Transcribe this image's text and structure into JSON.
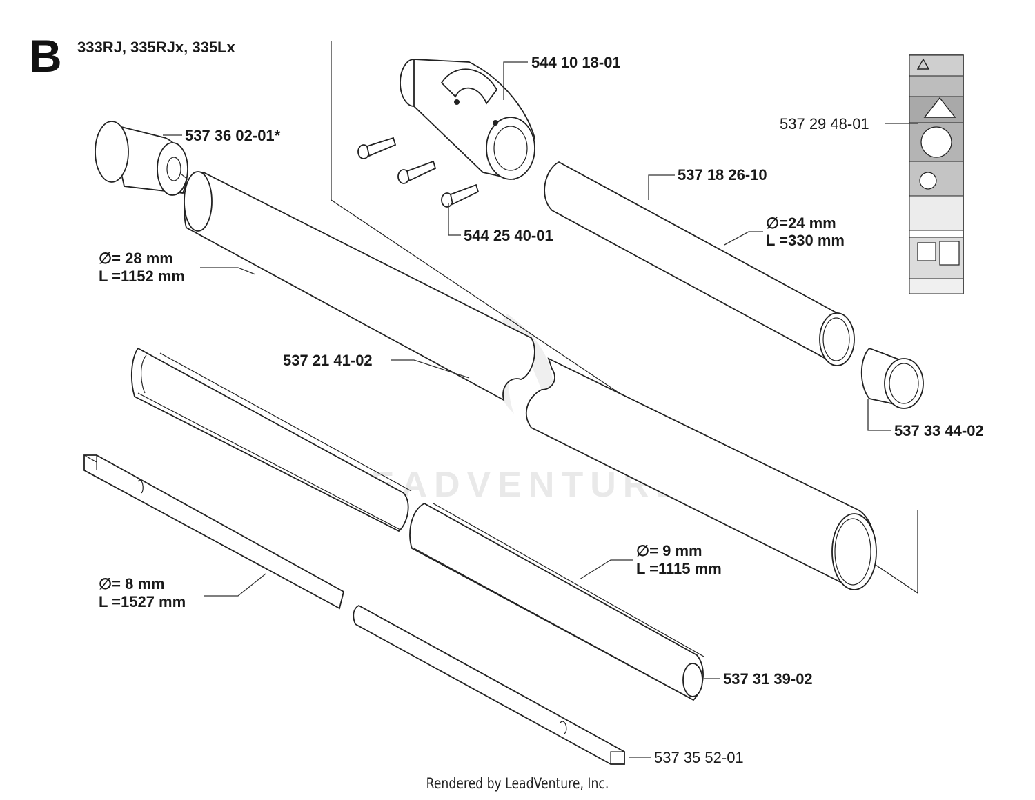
{
  "section": {
    "letter": "B",
    "models": "333RJ, 335RJx, 335Lx"
  },
  "parts": {
    "p1": {
      "number": "544 10 18-01"
    },
    "p2": {
      "number": "537 36 02-01*"
    },
    "p3": {
      "number": "537 29 48-01"
    },
    "p4": {
      "number": "537 18 26-10",
      "dia": "∅=24 mm",
      "len": "L =330 mm"
    },
    "p5": {
      "number": "544 25 40-01"
    },
    "p6": {
      "dia": "∅=   28 mm",
      "len": "L =1152 mm"
    },
    "p7": {
      "number": "537 21 41-02"
    },
    "p8": {
      "number": "537 33 44-02"
    },
    "p9": {
      "dia": "∅= 9 mm",
      "len": "L =1115 mm"
    },
    "p10": {
      "dia": "∅=    8 mm",
      "len": "L =1527 mm"
    },
    "p11": {
      "number": "537 31 39-02"
    },
    "p12": {
      "number": "537 35 52-01"
    }
  },
  "watermark": "LEADVENTURE",
  "footer": "Rendered by LeadVenture, Inc."
}
